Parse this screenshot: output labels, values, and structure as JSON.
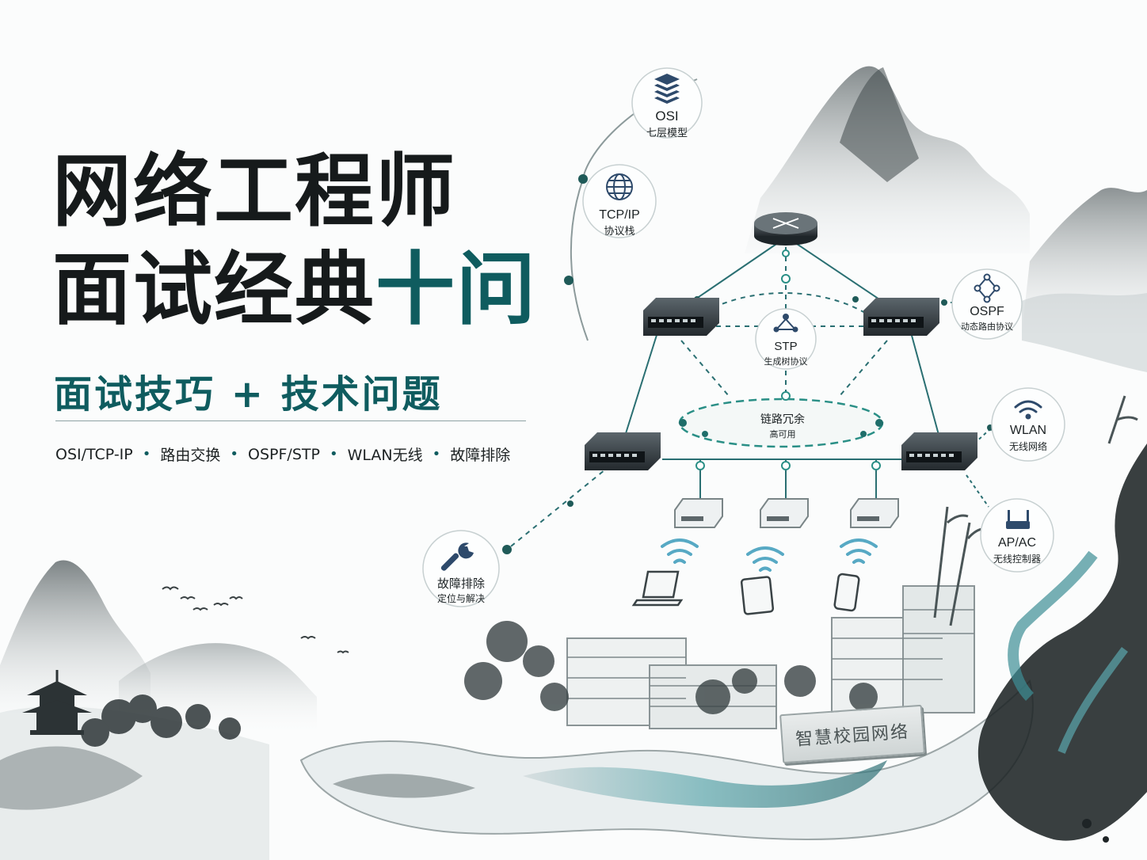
{
  "title": {
    "line1": "网络工程师",
    "line2_main": "面试经典",
    "line2_accent": "十问"
  },
  "subtitle": "面试技巧 + 技术问题",
  "topics": [
    "OSI/TCP-IP",
    "路由交换",
    "OSPF/STP",
    "WLAN无线",
    "故障排除"
  ],
  "topic_separator": "•",
  "nodes": {
    "osi": {
      "title": "OSI",
      "sub": "七层模型",
      "icon": "layers-icon"
    },
    "tcpip": {
      "title": "TCP/IP",
      "sub": "协议栈",
      "icon": "globe-icon"
    },
    "ospf": {
      "title": "OSPF",
      "sub": "动态路由协议",
      "icon": "network-nodes-icon"
    },
    "stp": {
      "title": "STP",
      "sub": "生成树协议",
      "icon": "tree-topology-icon"
    },
    "wlan": {
      "title": "WLAN",
      "sub": "无线网络",
      "icon": "wifi-icon"
    },
    "apac": {
      "title": "AP/AC",
      "sub": "无线控制器",
      "icon": "access-point-icon"
    },
    "trouble": {
      "title": "故障排除",
      "sub": "定位与解决",
      "icon": "wrench-icon"
    }
  },
  "redundancy": {
    "title": "链路冗余",
    "sub": "高可用"
  },
  "sign": "智慧校园网络",
  "colors": {
    "ink": "#161a1b",
    "teal": "#0f5c5f",
    "line": "#2a8f86"
  }
}
